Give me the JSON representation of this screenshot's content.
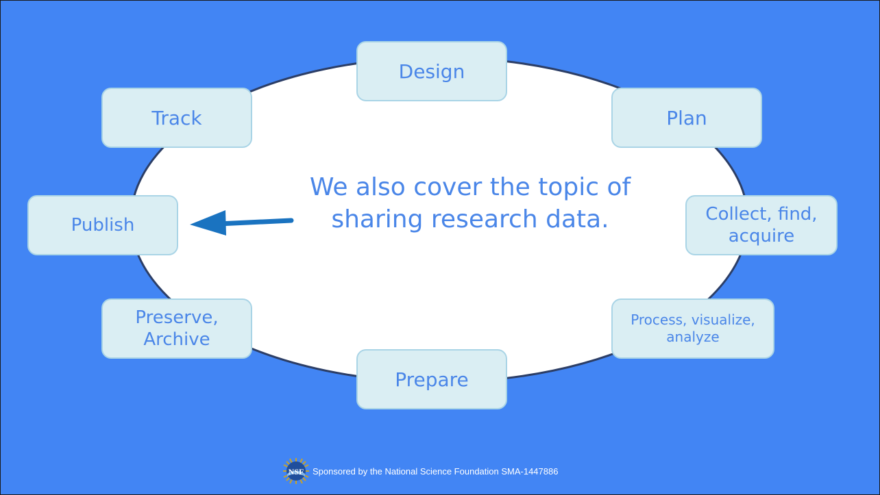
{
  "stages": {
    "design": "Design",
    "plan": "Plan",
    "collect": "Collect, find, acquire",
    "process": "Process, visualize, analyze",
    "prepare": "Prepare",
    "preserve": "Preserve, Archive",
    "publish": "Publish",
    "track": "Track"
  },
  "center_text": "We also cover the topic of sharing research data.",
  "footer": {
    "sponsor_text": "Sponsored by the National Science Foundation SMA-1447886",
    "logo_text": "NSF"
  },
  "colors": {
    "background": "#4285f4",
    "box_fill": "#daeef3",
    "box_border": "#a9d4e6",
    "text": "#4a86e8",
    "arrow": "#1a73c0",
    "ellipse_fill": "#ffffff",
    "ellipse_stroke": "#2c3e66"
  },
  "arrow_direction": "left",
  "arrow_target": "publish"
}
